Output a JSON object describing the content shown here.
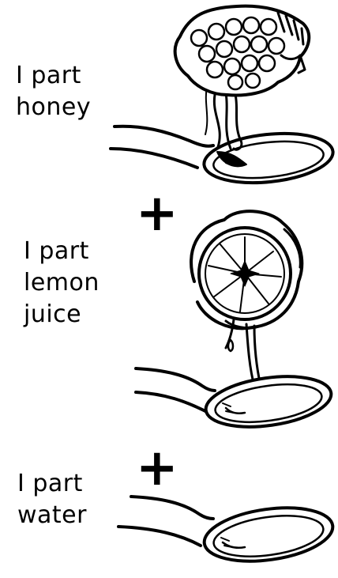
{
  "steps": [
    {
      "line1": "I part",
      "line2": "honey"
    },
    {
      "line1": "I part",
      "line2": "lemon",
      "line3": "juice"
    },
    {
      "line1": "I part",
      "line2": "water"
    }
  ],
  "operators": [
    "+",
    "+"
  ]
}
